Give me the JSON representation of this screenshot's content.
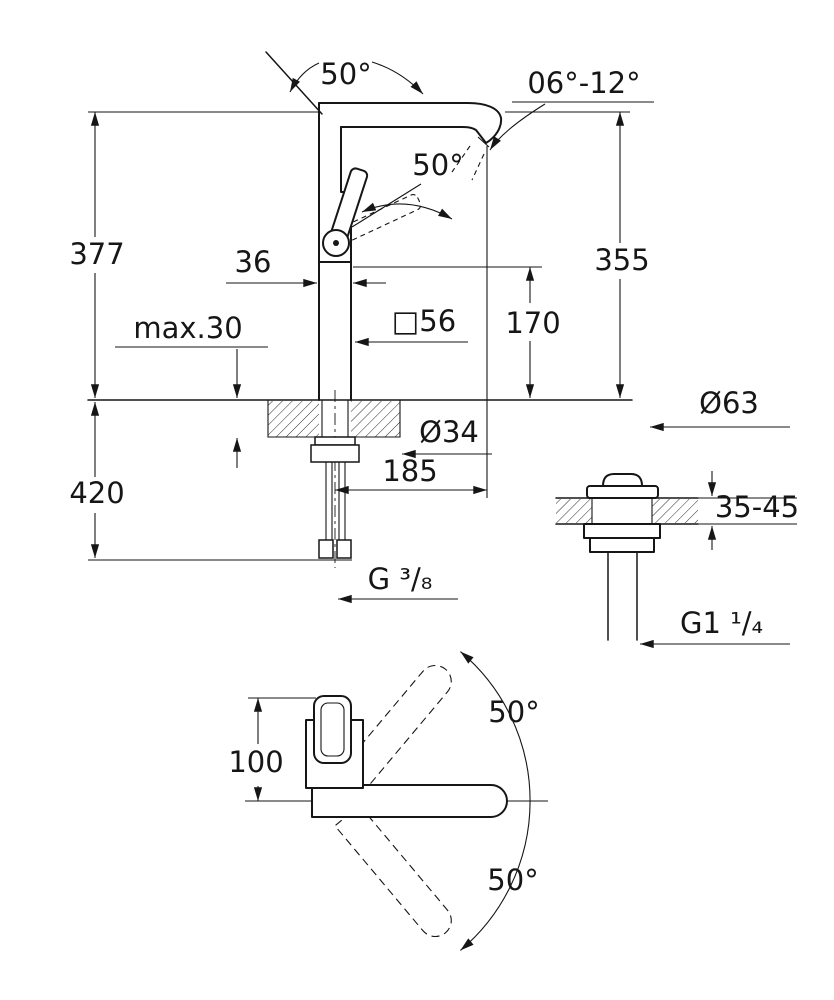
{
  "page": {
    "background": "#ffffff",
    "line_color": "#161616"
  },
  "front_view": {
    "labels": {
      "spout_swivel": "50°",
      "aerator_angle": "06°-12°",
      "handle_swing": "50°",
      "total_height": "377",
      "body_width": "36",
      "spout_height": "355",
      "deck_thickness": "max.30",
      "body_section": "□56",
      "outlet_height": "170",
      "below_deck_depth": "420",
      "hole_diameter": "Ø34",
      "spout_projection": "185",
      "supply_connection": "G ³/₈"
    }
  },
  "drain_view": {
    "labels": {
      "flange_diameter": "Ø63",
      "deck_range": "35-45",
      "waste_thread": "G1 ¹/₄"
    }
  },
  "plan_view": {
    "labels": {
      "handle_offset": "100",
      "swivel_up": "50°",
      "swivel_down": "50°"
    }
  }
}
